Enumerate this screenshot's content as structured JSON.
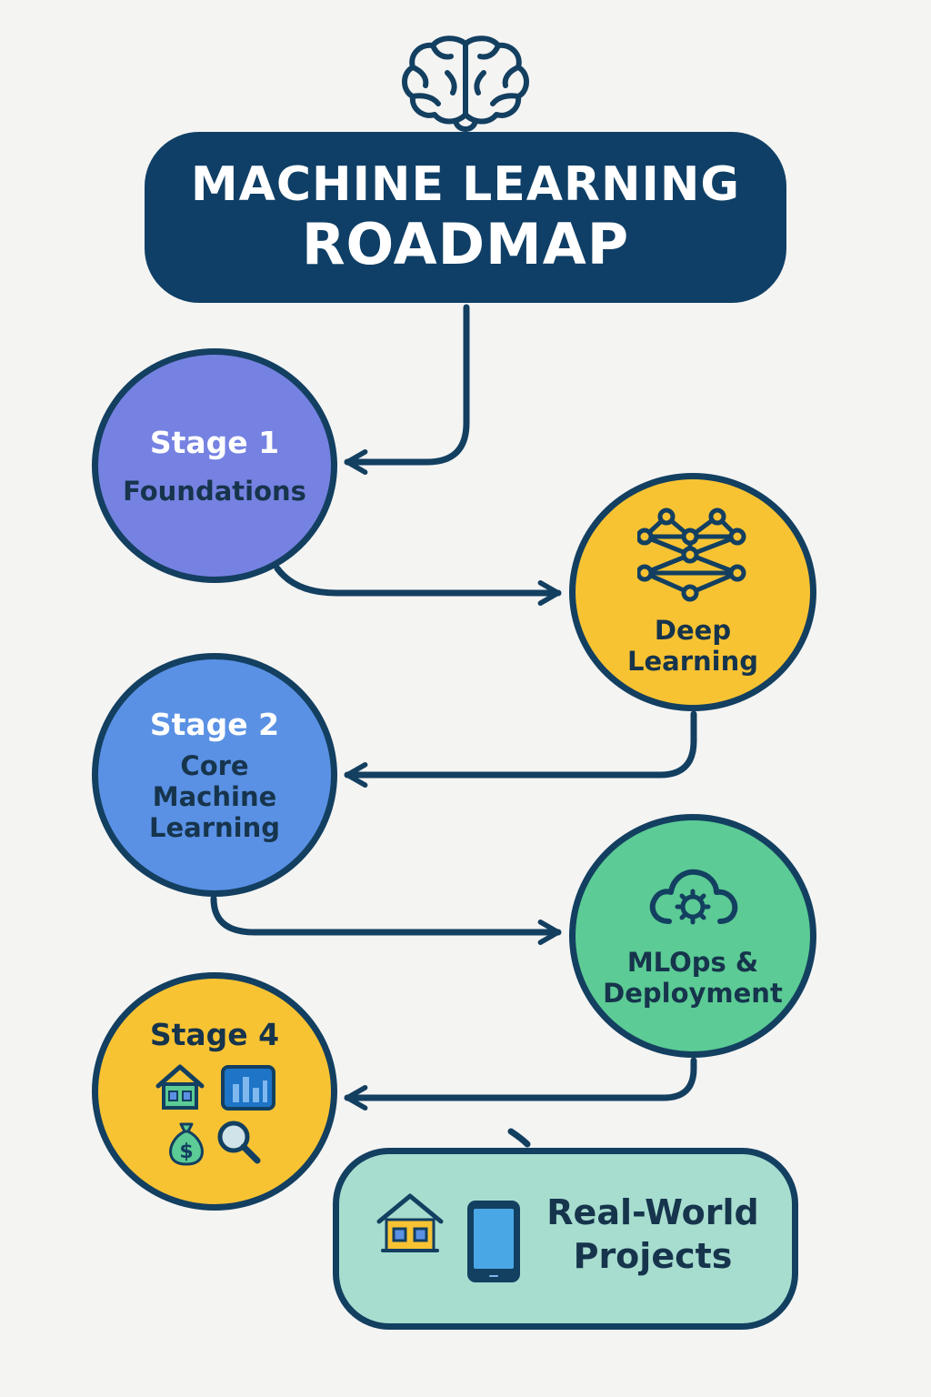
{
  "title": {
    "line1": "MACHINE LEARNING",
    "line2": "ROADMAP"
  },
  "nodes": {
    "stage1": {
      "stage": "Stage 1",
      "name": "Foundations"
    },
    "deep_learning": {
      "name_line1": "Deep",
      "name_line2": "Learning"
    },
    "stage2": {
      "stage": "Stage 2",
      "name_line1": "Core",
      "name_line2": "Machine",
      "name_line3": "Learning"
    },
    "mlops": {
      "name_line1": "MLOps &",
      "name_line2": "Deployment"
    },
    "stage4": {
      "stage": "Stage 4"
    }
  },
  "projects": {
    "line1": "Real-World",
    "line2": "Projects"
  },
  "colors": {
    "background": "#f4f4f3",
    "outline": "#133f60",
    "title_fill": "#0f3f66",
    "stage1": "#7682e1",
    "deep_learning": "#f8c333",
    "stage2": "#5a91e4",
    "mlops": "#5ccb95",
    "stage4": "#f8c333",
    "projects": "#a7ddcf"
  },
  "icons": [
    "brain-icon",
    "network-icon",
    "cloud-gear-icon",
    "house-icon",
    "dashboard-icon",
    "money-bag-icon",
    "magnifier-icon",
    "tablet-icon"
  ]
}
